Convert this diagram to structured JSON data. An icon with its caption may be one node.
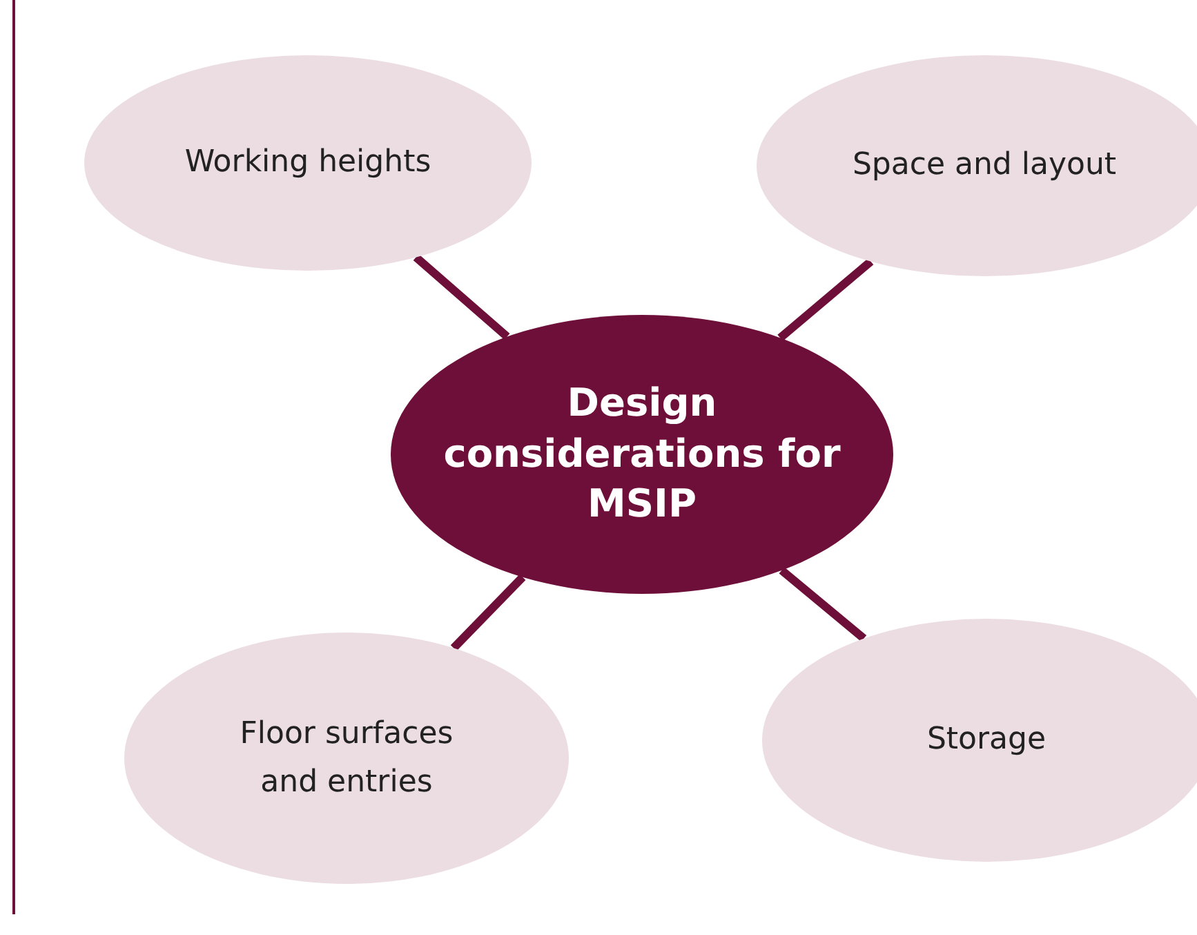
{
  "diagram": {
    "nodes": [
      {
        "text": [
          "Design considerations for MSIP"
        ]
      },
      {
        "text": [
          "Working heights"
        ]
      },
      {
        "text": [
          "Space and layout"
        ]
      },
      {
        "text": [
          "Floor surfaces and entries"
        ]
      },
      {
        "text": [
          "Storage"
        ]
      }
    ],
    "edges": [
      {
        "from": 0,
        "to": 1,
        "arrow": "none"
      },
      {
        "from": 0,
        "to": 2,
        "arrow": "none"
      },
      {
        "from": 0,
        "to": 3,
        "arrow": "none"
      },
      {
        "from": 0,
        "to": 4,
        "arrow": "none"
      }
    ]
  }
}
